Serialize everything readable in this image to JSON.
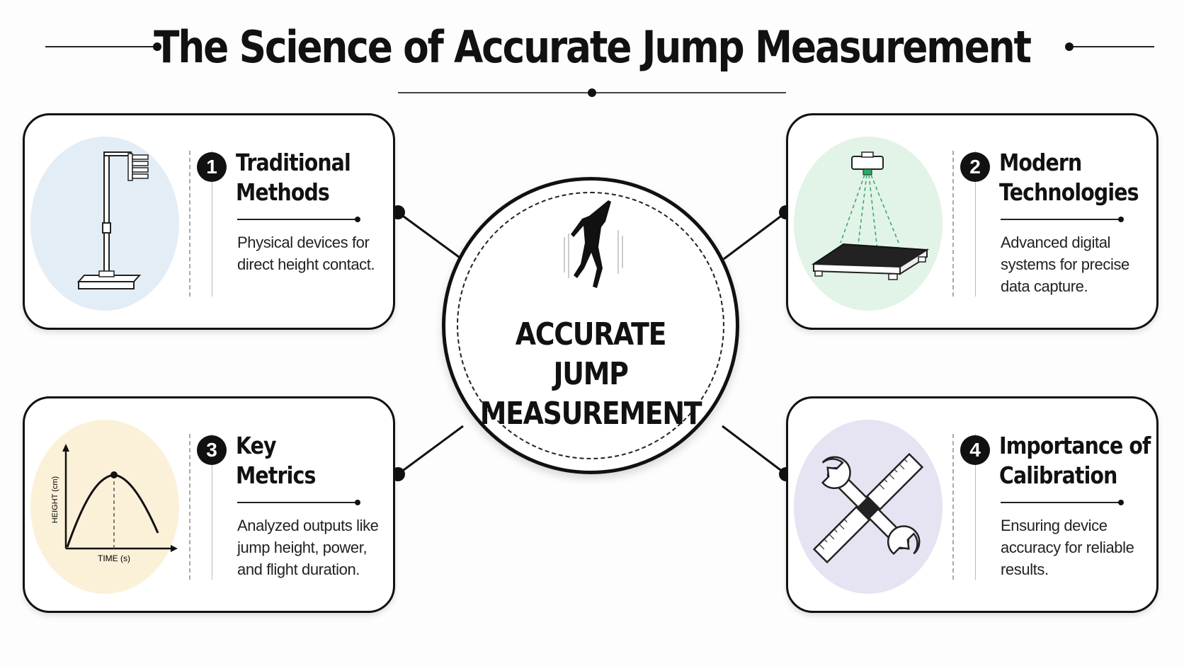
{
  "title": "The Science of Accurate Jump Measurement",
  "hub": {
    "lines": [
      "ACCURATE",
      "JUMP",
      "MEASUREMENT"
    ],
    "icon": "jumper-silhouette-icon"
  },
  "cards": [
    {
      "number": "1",
      "heading": [
        "Traditional",
        "Methods"
      ],
      "description": "Physical devices for direct height contact.",
      "icon": "vertec-stand-icon",
      "tint": "#e3edf6"
    },
    {
      "number": "2",
      "heading": [
        "Modern",
        "Technologies"
      ],
      "description": "Advanced digital systems for precise data capture.",
      "icon": "force-plate-laser-icon",
      "tint": "#e2f3e8"
    },
    {
      "number": "3",
      "heading": [
        "Key",
        "Metrics"
      ],
      "description": "Analyzed outputs like jump height, power, and flight duration.",
      "icon": "height-time-graph-icon",
      "tint": "#fbf1d8"
    },
    {
      "number": "4",
      "heading": [
        "Importance of",
        "Calibration"
      ],
      "description": "Ensuring device accuracy for reliable results.",
      "icon": "wrench-ruler-icon",
      "tint": "#e6e3f2"
    }
  ],
  "graph": {
    "ylabel": "HEIGHT (cm)",
    "xlabel": "TIME (s)"
  },
  "colors": {
    "ink": "#111111",
    "laser": "#2fa865",
    "card_border": "#111111"
  }
}
